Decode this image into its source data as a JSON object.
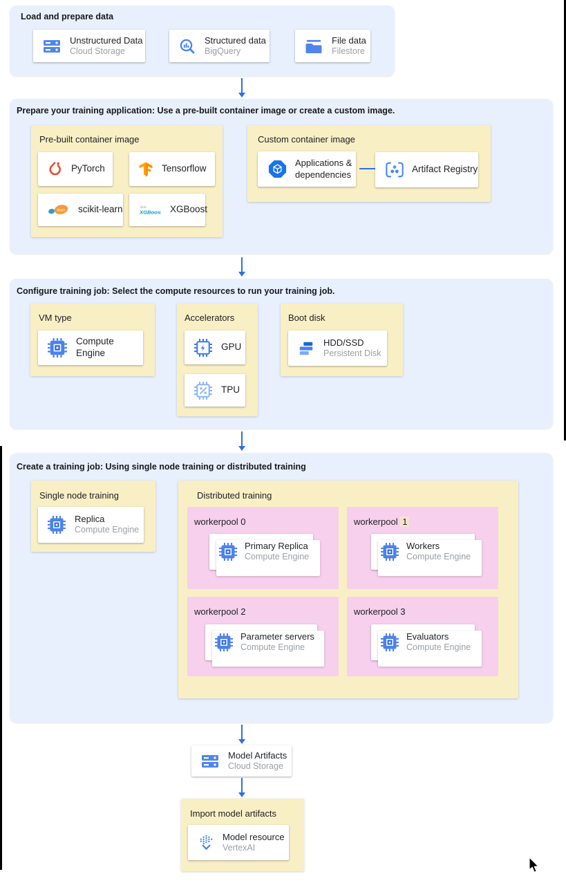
{
  "colors": {
    "panel_blue": "#e8f0fd",
    "box_yellow": "#f9efc5",
    "pool_pink": "#f6d0ec",
    "arrow_blue": "#2f6fe0",
    "highlight_peach": "#f8e2cf"
  },
  "load": {
    "title": "Load and prepare data",
    "cards": [
      {
        "title": "Unstructured Data",
        "subtitle": "Cloud Storage"
      },
      {
        "title": "Structured data",
        "subtitle": "BigQuery"
      },
      {
        "title": "File data",
        "subtitle": "Filestore"
      }
    ]
  },
  "prepare": {
    "title": "Prepare your training application: Use a pre-built container image or create a custom image.",
    "prebuilt_label": "Pre-built container image",
    "frameworks": [
      "PyTorch",
      "Tensorflow",
      "scikit-learn",
      "XGBoost"
    ],
    "custom_label": "Custom container image",
    "app_card": "Applications & dependencies",
    "registry_card": "Artifact Registry"
  },
  "configure": {
    "title": "Configure training job: Select the compute resources to run your training job.",
    "vm_label": "VM type",
    "vm_card": "Compute Engine",
    "accel_label": "Accelerators",
    "accel_cards": [
      "GPU",
      "TPU"
    ],
    "boot_label": "Boot disk",
    "boot_card": {
      "title": "HDD/SSD",
      "subtitle": "Persistent Disk"
    }
  },
  "create": {
    "title": "Create a training job: Using single node training or distributed training",
    "single_label": "Single node training",
    "single_card": {
      "title": "Replica",
      "subtitle": "Compute Engine"
    },
    "distributed_label": "Distributed training",
    "workerpools": [
      {
        "name": "workerpool",
        "index": "0",
        "card": {
          "title": "Primary Replica",
          "subtitle": "Compute Engine"
        }
      },
      {
        "name": "workerpool",
        "index": "1",
        "card": {
          "title": "Workers",
          "subtitle": "Compute Engine"
        }
      },
      {
        "name": "workerpool",
        "index": "2",
        "card": {
          "title": "Parameter servers",
          "subtitle": "Compute Engine"
        }
      },
      {
        "name": "workerpool",
        "index": "3",
        "card": {
          "title": "Evaluators",
          "subtitle": "Compute Engine"
        }
      }
    ]
  },
  "output": {
    "artifacts_card": {
      "title": "Model Artifacts",
      "subtitle": "Cloud Storage"
    },
    "import_label": "Import model artifacts",
    "model_card": {
      "title": "Model resource",
      "subtitle": "VertexAI"
    }
  }
}
